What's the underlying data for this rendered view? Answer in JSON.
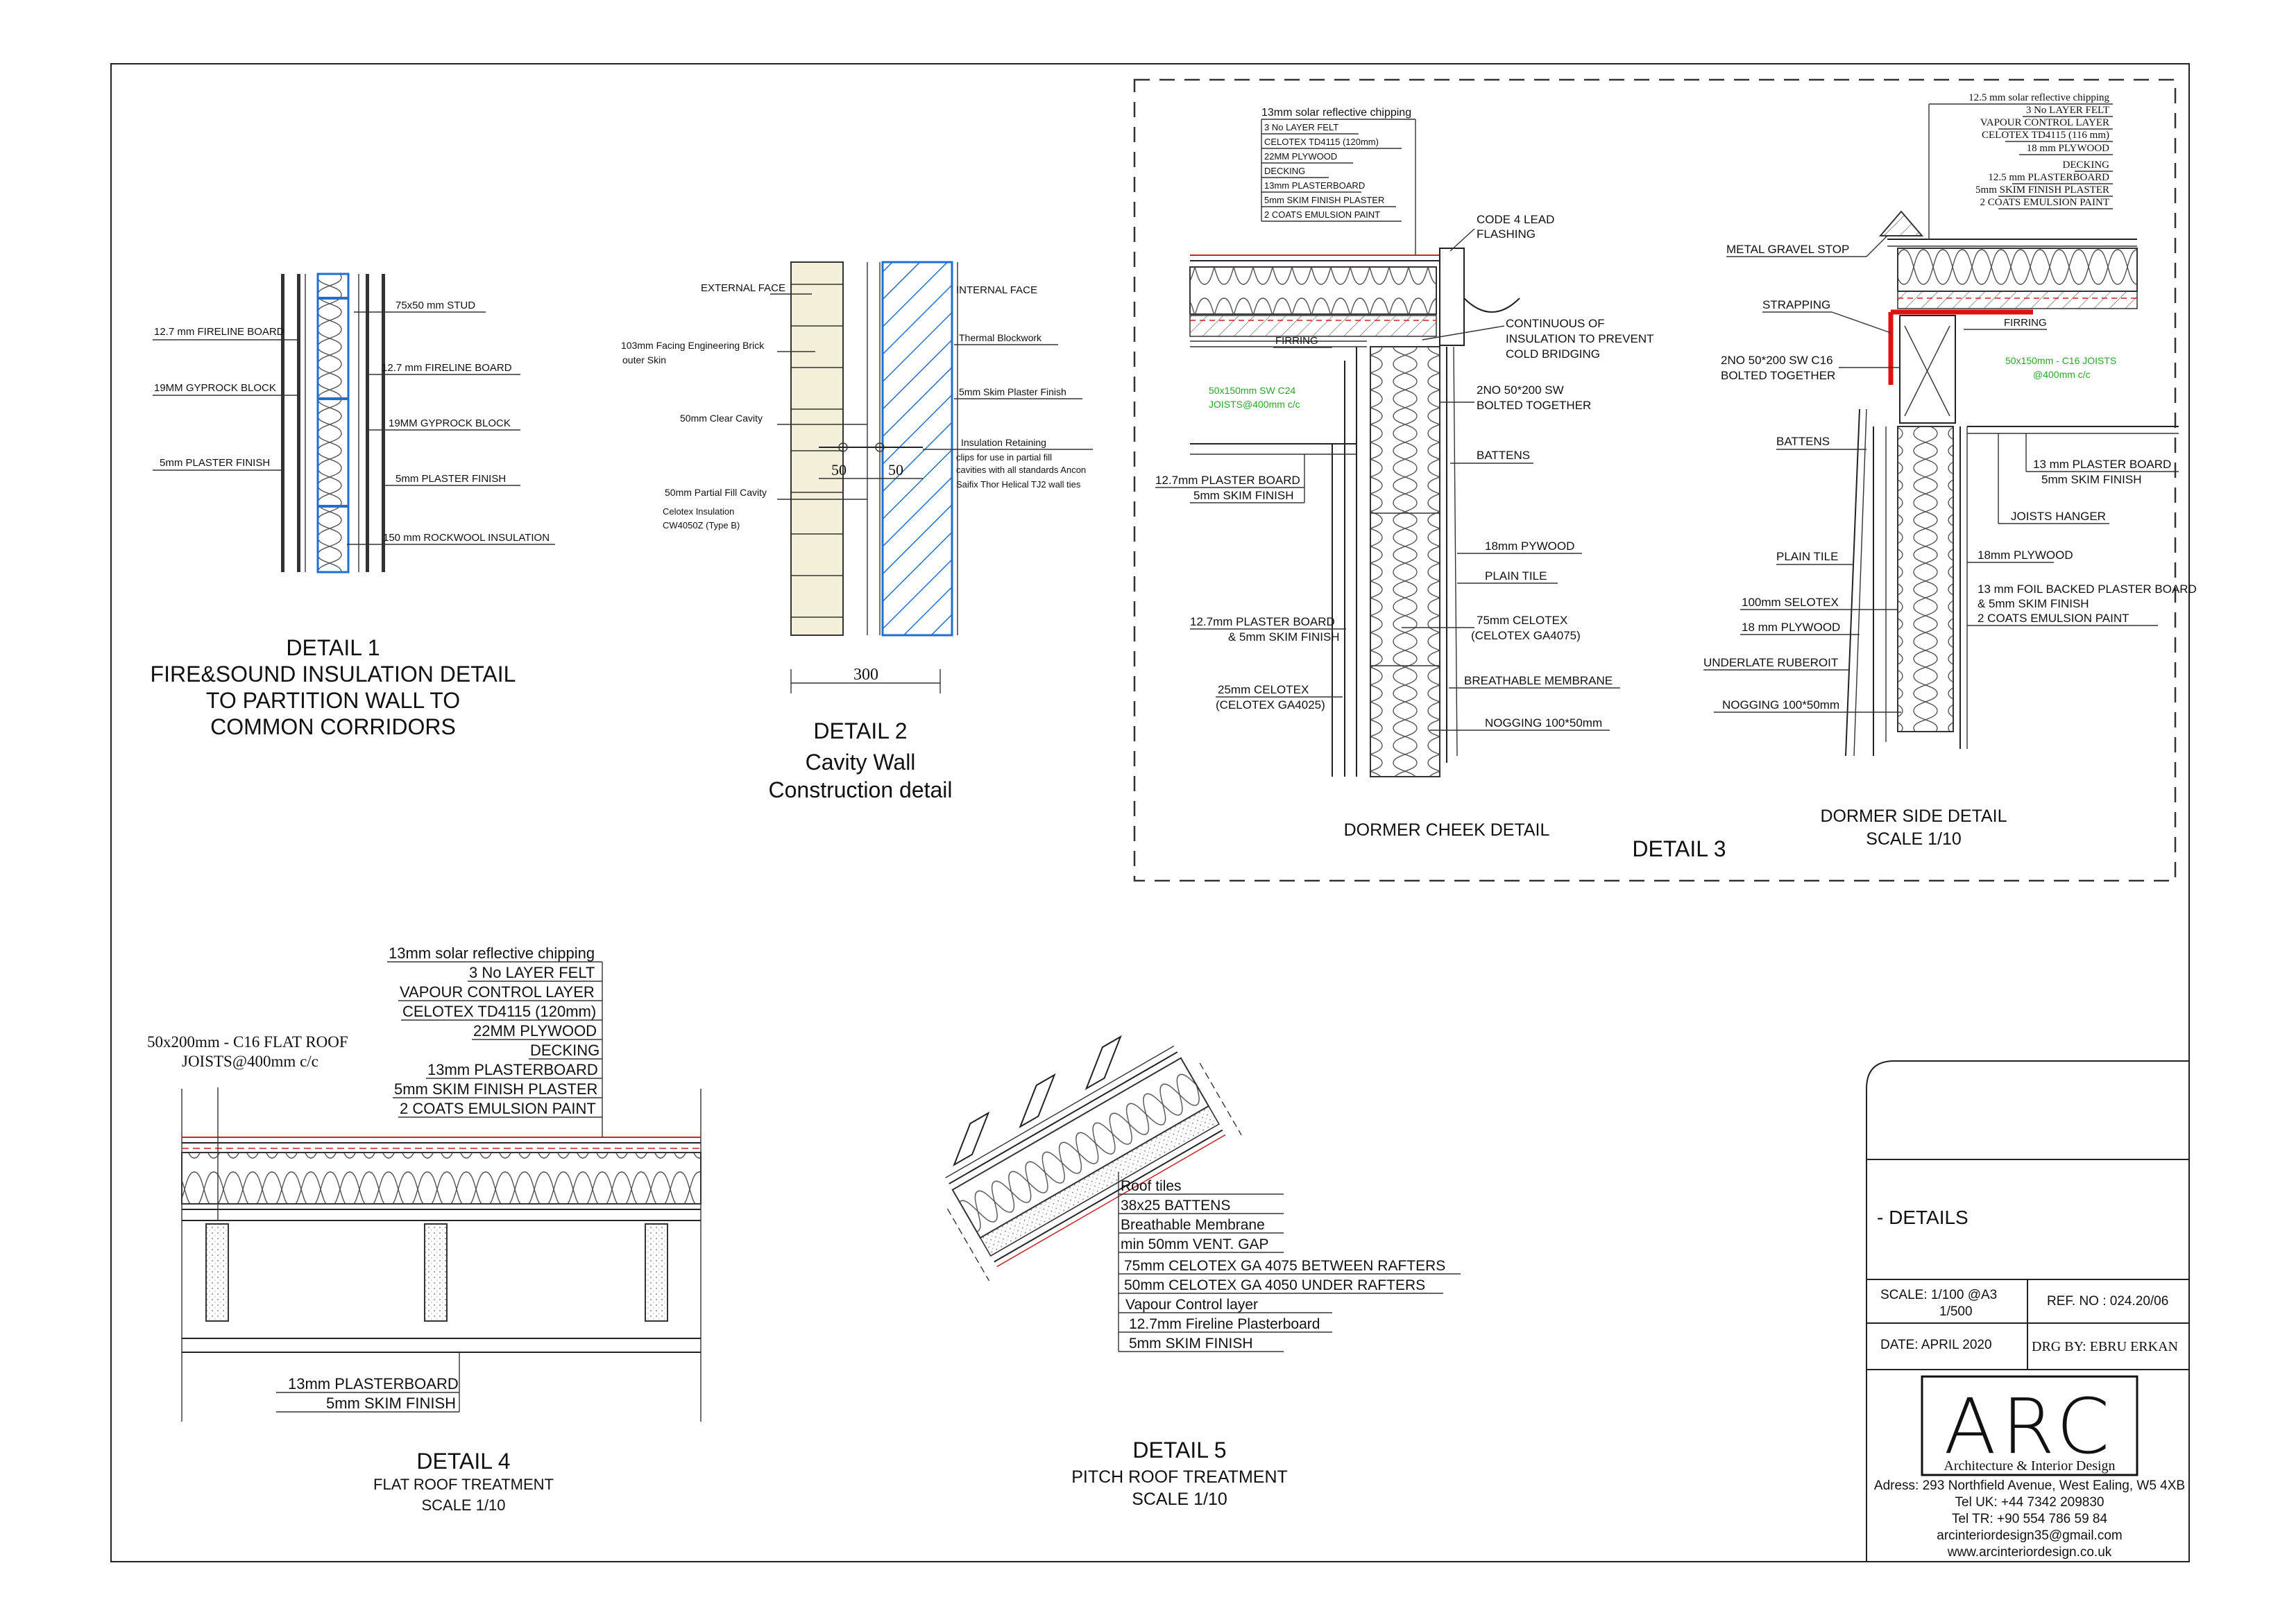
{
  "detail1": {
    "title": "DETAIL 1",
    "subtitle": [
      "FIRE&SOUND INSULATION DETAIL",
      "TO PARTITION WALL  TO",
      "COMMON CORRIDORS"
    ],
    "left_labels": [
      "12.7 mm FIRELINE BOARD",
      "19MM GYPROCK BLOCK",
      "5mm PLASTER FINISH"
    ],
    "right_labels": [
      "75x50 mm STUD",
      "12.7 mm FIRELINE BOARD",
      "19MM GYPROCK BLOCK",
      "5mm PLASTER FINISH",
      "150 mm ROCKWOOL INSULATION"
    ]
  },
  "detail2": {
    "title": "DETAIL 2",
    "subtitle": [
      "Cavity Wall",
      "Construction detail"
    ],
    "external_face": "EXTERNAL FACE",
    "internal_face": "INTERNAL FACE",
    "left_labels": [
      "103mm Facing Engineering Brick",
      "outer Skin",
      "50mm Clear Cavity",
      "50mm Partial Fill Cavity",
      "Celotex Insulation",
      "CW4050Z  (Type B)"
    ],
    "right_labels": [
      "Thermal  Blockwork",
      "5mm Skim Plaster Finish",
      "Insulation Retaining",
      "clips for use in partial fill",
      "cavities with all standards Ancon",
      "Saifix Thor Helical TJ2 wall ties"
    ],
    "dims": [
      "50",
      "50",
      "300"
    ]
  },
  "detail3": {
    "title": "DETAIL 3",
    "cheek": {
      "title": "DORMER CHEEK DETAIL",
      "roof_build_up": [
        "13mm  solar reflective chipping",
        "3 No LAYER FELT",
        "CELOTEX TD4115 (120mm)",
        "22MM PLYWOOD",
        "DECKING",
        "13mm PLASTERBOARD",
        "5mm SKIM FINISH PLASTER",
        "2 COATS EMULSION PAINT"
      ],
      "lead": [
        "CODE 4 LEAD",
        "FLASHING"
      ],
      "continuous": [
        "CONTINUOUS OF",
        "INSULATION TO PREVENT",
        "COLD BRIDGING"
      ],
      "firring": "FIRRING",
      "joists": [
        "50x150mm  SW C24",
        "JOISTS@400mm c/c"
      ],
      "bolted": [
        "2NO 50*200 SW",
        "BOLTED TOGETHER"
      ],
      "battens": "BATTENS",
      "plasterboard": [
        "12.7mm PLASTER BOARD",
        "5mm SKIM FINISH"
      ],
      "plywood": "18mm PYWOOD",
      "plain_tile": "PLAIN TILE",
      "plasterboard2": [
        "12.7mm  PLASTER BOARD",
        "& 5mm SKIM FINISH"
      ],
      "celotex75": [
        "75mm CELOTEX",
        "(CELOTEX  GA4075)"
      ],
      "celotex25": [
        "25mm CELOTEX",
        "(CELOTEX GA4025)"
      ],
      "membrane": "BREATHABLE MEMBRANE",
      "nogging": "NOGGING 100*50mm"
    },
    "side": {
      "title": "DORMER SIDE DETAIL",
      "scale": "SCALE 1/10",
      "roof_build_up": [
        "12.5 mm  solar reflective chipping",
        "3 No LAYER FELT",
        "VAPOUR CONTROL LAYER",
        "CELOTEX TD4115 (116 mm)",
        "18 mm PLYWOOD",
        "DECKING",
        "12.5 mm PLASTERBOARD",
        "5mm SKIM FINISH PLASTER",
        "2 COATS EMULSION PAINT"
      ],
      "gravel_stop": "METAL GRAVEL STOP",
      "strapping": "STRAPPING",
      "firring": "FIRRING",
      "bolted": [
        "2NO 50*200 SW C16",
        "BOLTED TOGETHER"
      ],
      "joists": [
        "50x150mm - C16 JOISTS",
        "@400mm c/c"
      ],
      "battens": "BATTENS",
      "plasterboard": [
        "13 mm PLASTER BOARD",
        "5mm SKIM FINISH"
      ],
      "joists_hanger": "JOISTS  HANGER",
      "plain_tile": "PLAIN TILE",
      "plywood": "18mm PLYWOOD",
      "foil": [
        "13 mm FOIL BACKED PLASTER BOARD",
        "& 5mm SKIM FINISH",
        "2 COATS EMULSION PAINT"
      ],
      "selotex": "100mm SELOTEX",
      "plywood2": "18 mm PLYWOOD",
      "underlate": "UNDERLATE RUBEROIT",
      "nogging": "NOGGING 100*50mm"
    }
  },
  "detail4": {
    "title": "DETAIL 4",
    "subtitle": [
      "FLAT ROOF TREATMENT",
      "SCALE 1/10"
    ],
    "roof_build_up": [
      "13mm  solar reflective chipping",
      "3 No LAYER FELT",
      "VAPOUR CONTROL LAYER",
      "CELOTEX TD4115 (120mm)",
      "22MM PLYWOOD",
      "DECKING",
      "13mm PLASTERBOARD",
      "5mm SKIM FINISH PLASTER",
      "2 COATS EMULSION PAINT"
    ],
    "joists": [
      "50x200mm - C16 FLAT ROOF",
      "JOISTS@400mm c/c"
    ],
    "ceiling": [
      "13mm PLASTERBOARD",
      "5mm SKIM FINISH"
    ]
  },
  "detail5": {
    "title": "DETAIL 5",
    "subtitle": [
      "PITCH ROOF TREATMENT",
      "SCALE 1/10"
    ],
    "build_up": [
      "Roof tiles",
      "38x25 BATTENS",
      "Breathable Membrane",
      "min 50mm VENT. GAP",
      "75mm CELOTEX GA 4075 BETWEEN RAFTERS",
      "50mm CELOTEX GA 4050 UNDER RAFTERS",
      "Vapour Control layer",
      "12.7mm Fireline Plasterboard",
      "5mm SKIM FINISH"
    ]
  },
  "title_block": {
    "sheet_title": "-  DETAILS",
    "scale": [
      "SCALE:  1/100 @A3",
      "1/500"
    ],
    "ref": "REF. NO :  024.20/06",
    "date": "DATE:  APRIL 2020",
    "drawn_by": "DRG BY:   EBRU ERKAN",
    "logo": "ARC",
    "logo_sub": "Architecture & Interior Design",
    "address": [
      "Adress: 293 Northfield Avenue, West Ealing, W5 4XB",
      "Tel UK: +44 7342 209830",
      "Tel TR: +90 554 786 59 84",
      "arcinteriordesign35@gmail.com",
      "www.arcinteriordesign.co.uk"
    ]
  },
  "colors": {
    "line": "#222222",
    "insulation_hatch": "#1f6fd1",
    "strap_red": "#e01010",
    "note_green": "#2aa52a"
  }
}
